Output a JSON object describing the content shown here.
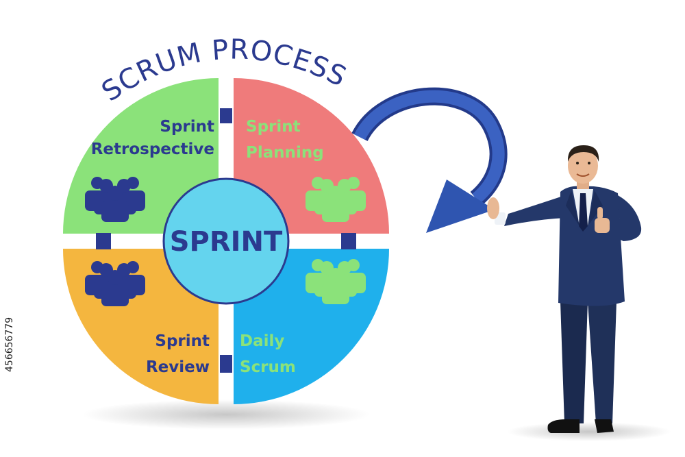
{
  "title": "SCRUM PROCESS",
  "center": {
    "label": "SPRINT"
  },
  "segments": [
    {
      "id": "retrospective",
      "lines": [
        "Sprint",
        "Retrospective"
      ]
    },
    {
      "id": "planning",
      "lines": [
        "Sprint",
        "Planning"
      ]
    },
    {
      "id": "review",
      "lines": [
        "Sprint",
        "Review"
      ]
    },
    {
      "id": "daily",
      "lines": [
        "Daily",
        "Scrum"
      ]
    }
  ],
  "side_id": "456656779",
  "colors": {
    "title": "#2b3a8f",
    "retrospective_fill": "#8be27a",
    "planning_fill": "#ef7b7b",
    "review_fill": "#f4b63f",
    "daily_fill": "#1fb0ec",
    "center_fill": "#64d4ee",
    "center_stroke": "#2b3a8f",
    "connector": "#2b3a8f",
    "arrow": "#2f55b0",
    "people_dark": "#2b3a8f",
    "people_light": "#8be27a",
    "label_dark": "#2b3a8f",
    "label_light": "#8be27a"
  },
  "icons": [
    "people-group-icon",
    "curved-arrow-icon",
    "businessman-figure"
  ]
}
